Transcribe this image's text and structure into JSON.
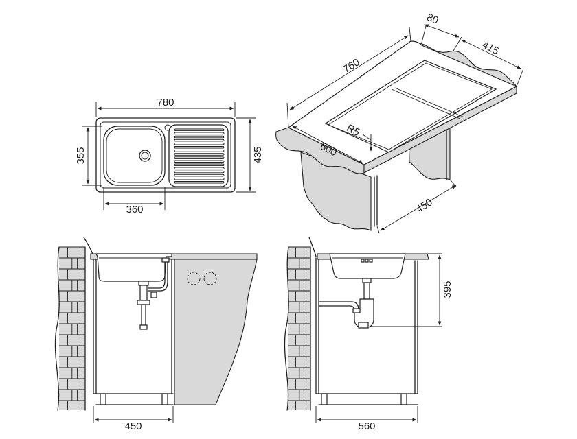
{
  "top_view": {
    "width_label": "780",
    "height_label": "435",
    "bowl_height_label": "355",
    "bowl_width_label": "360"
  },
  "iso_view": {
    "depth_label": "80",
    "side_label": "415",
    "length_label": "760",
    "radius_label": "R5",
    "width_label": "600",
    "cabinet_label": "450"
  },
  "front_view": {
    "cabinet_width_label": "450"
  },
  "side_view": {
    "cabinet_width_label": "560",
    "height_label": "395"
  },
  "colors": {
    "line": "#1f1f1f",
    "fill_grey": "#d9d9d9",
    "background": "#ffffff"
  }
}
